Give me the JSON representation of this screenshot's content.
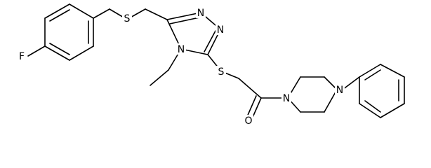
{
  "molecule": {
    "atoms": [
      {
        "id": "F1",
        "label": "F"
      },
      {
        "id": "S1",
        "label": "S"
      },
      {
        "id": "S2",
        "label": "S"
      },
      {
        "id": "N1",
        "label": "N"
      },
      {
        "id": "N2",
        "label": "N"
      },
      {
        "id": "N4",
        "label": "N"
      },
      {
        "id": "O1",
        "label": "O"
      },
      {
        "id": "NP1",
        "label": "N"
      },
      {
        "id": "NP4",
        "label": "N"
      }
    ]
  }
}
